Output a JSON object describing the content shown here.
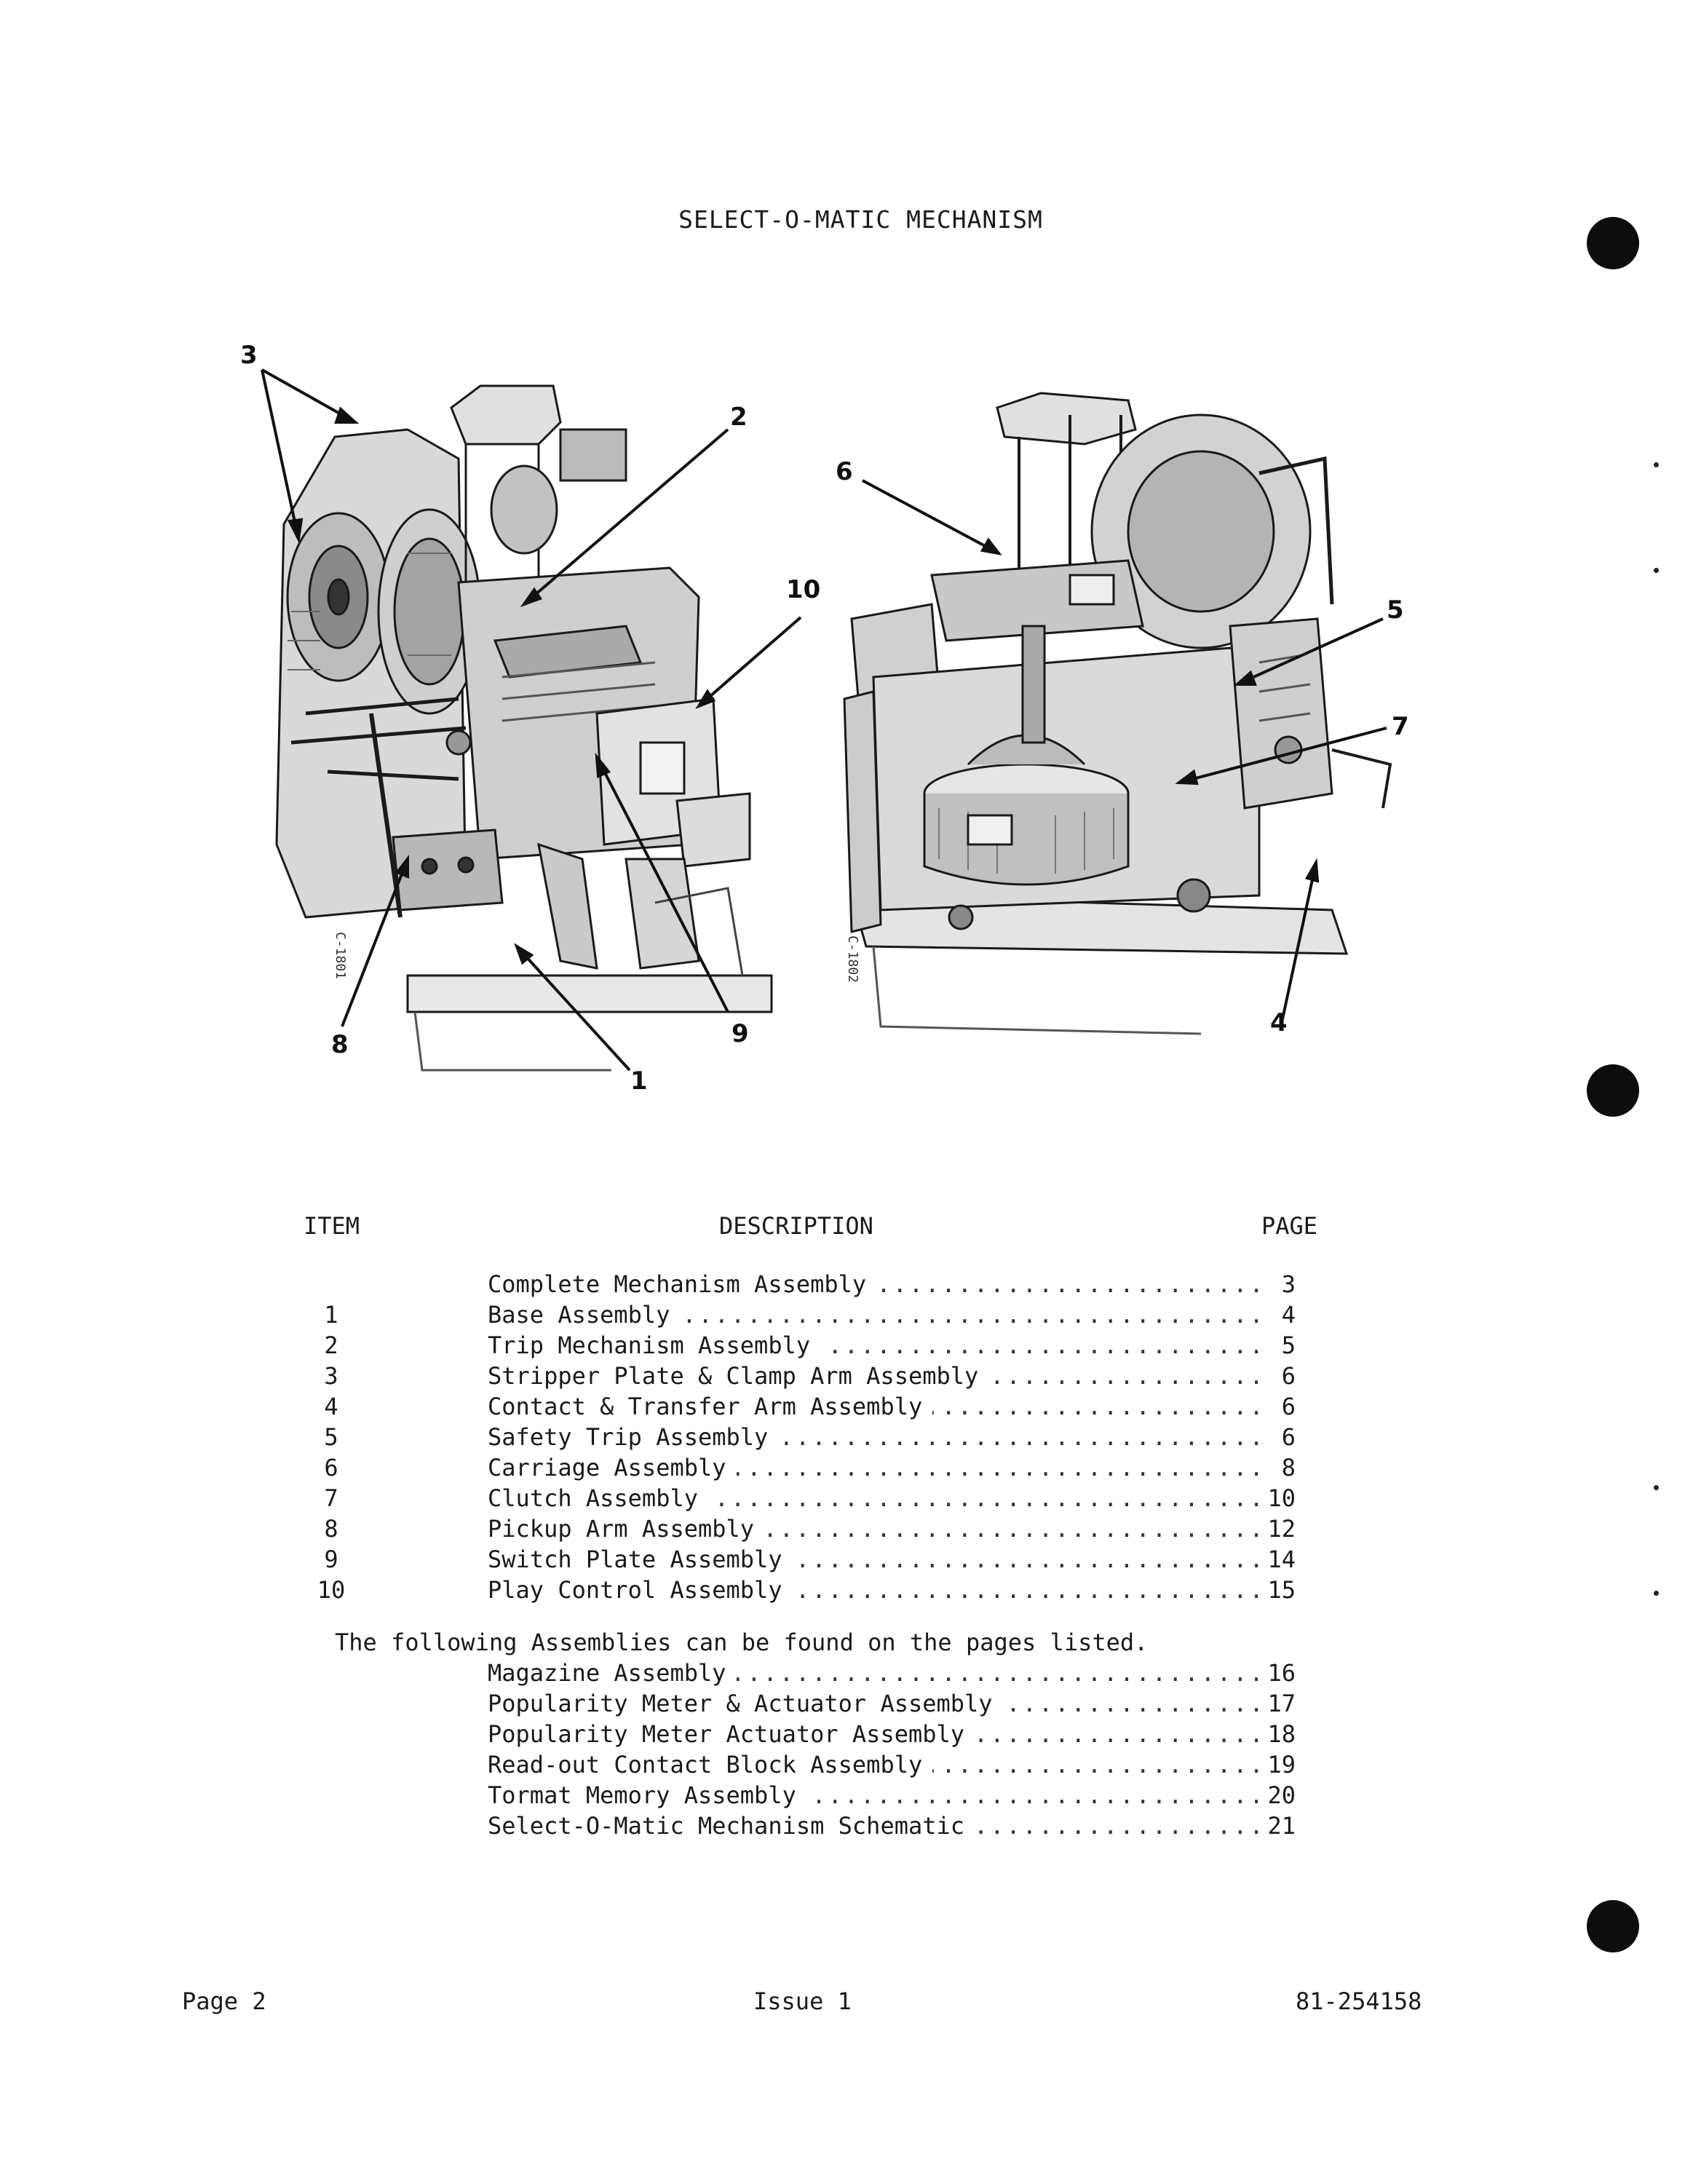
{
  "page": {
    "title": "SELECT-O-MATIC MECHANISM"
  },
  "figures": {
    "left_code": "C-1801",
    "right_code": "C-1802",
    "left_callouts": [
      "3",
      "2",
      "10",
      "8",
      "9",
      "1"
    ],
    "right_callouts": [
      "6",
      "5",
      "7",
      "4"
    ]
  },
  "table": {
    "headers": {
      "item": "ITEM",
      "description": "DESCRIPTION",
      "page": "PAGE"
    },
    "rows": [
      {
        "item": "",
        "description": "Complete Mechanism Assembly",
        "page": "3"
      },
      {
        "item": "1",
        "description": "Base Assembly",
        "page": "4"
      },
      {
        "item": "2",
        "description": "Trip Mechanism Assembly",
        "page": "5"
      },
      {
        "item": "3",
        "description": "Stripper Plate & Clamp Arm Assembly",
        "page": "6"
      },
      {
        "item": "4",
        "description": "Contact & Transfer Arm Assembly",
        "page": "6"
      },
      {
        "item": "5",
        "description": "Safety Trip Assembly",
        "page": "6"
      },
      {
        "item": "6",
        "description": "Carriage Assembly",
        "page": "8"
      },
      {
        "item": "7",
        "description": "Clutch Assembly",
        "page": "10"
      },
      {
        "item": "8",
        "description": "Pickup Arm Assembly",
        "page": "12"
      },
      {
        "item": "9",
        "description": "Switch Plate Assembly",
        "page": "14"
      },
      {
        "item": "10",
        "description": "Play Control Assembly",
        "page": "15"
      }
    ],
    "note": "The following Assemblies can be found on the pages listed.",
    "extra_rows": [
      {
        "description": "Magazine Assembly",
        "page": "16"
      },
      {
        "description": "Popularity Meter & Actuator Assembly",
        "page": "17"
      },
      {
        "description": "Popularity Meter Actuator Assembly",
        "page": "18"
      },
      {
        "description": "Read-out Contact Block Assembly",
        "page": "19"
      },
      {
        "description": "Tormat Memory Assembly",
        "page": "20"
      },
      {
        "description": "Select-O-Matic Mechanism Schematic",
        "page": "21"
      }
    ]
  },
  "footer": {
    "page": "Page 2",
    "issue": "Issue 1",
    "doc_number": "81-254158"
  }
}
